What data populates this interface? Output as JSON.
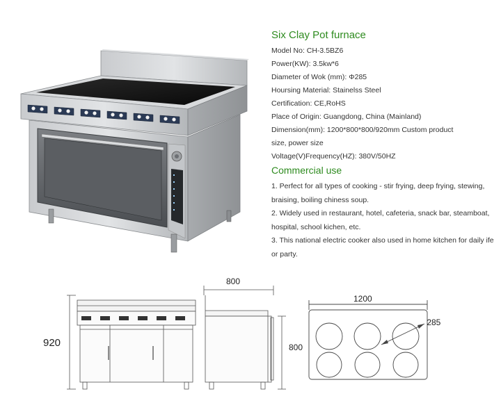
{
  "title": "Six Clay Pot furnace",
  "specs": {
    "model": "Model No: CH-3.5BZ6",
    "power": "Power(KW): 3.5kw*6",
    "wok": "Diameter of Wok (mm): Φ285",
    "housing": "Hoursing Material: Stainelss Steel",
    "cert": "Certification: CE,RoHS",
    "origin": "Place of Origin: Guangdong, China (Mainland)",
    "dimension_1": "Dimension(mm): 1200*800*800/920mm  Custom product",
    "dimension_2": "size, power size",
    "voltage": "Voltage(V)Frequency(HZ): 380V/50HZ"
  },
  "use_heading": "Commercial use",
  "uses": [
    "1. Perfect for all types of cooking - stir frying, deep frying, stewing, braising, boiling chiness soup.",
    "2. Widely used in restaurant, hotel, cafeteria, snack bar, steamboat, hospital, school kichen, etc.",
    "3. This national electric cooker also used in home kitchen for daily ife or party."
  ],
  "dimensions": {
    "height_front": "920",
    "depth_top": "800",
    "height_side": "800",
    "width_top": "1200",
    "diameter": "Ø285"
  },
  "colors": {
    "accent_green": "#2e8b1f",
    "steel": "#b9bcc0",
    "glass_top": "#141414"
  }
}
